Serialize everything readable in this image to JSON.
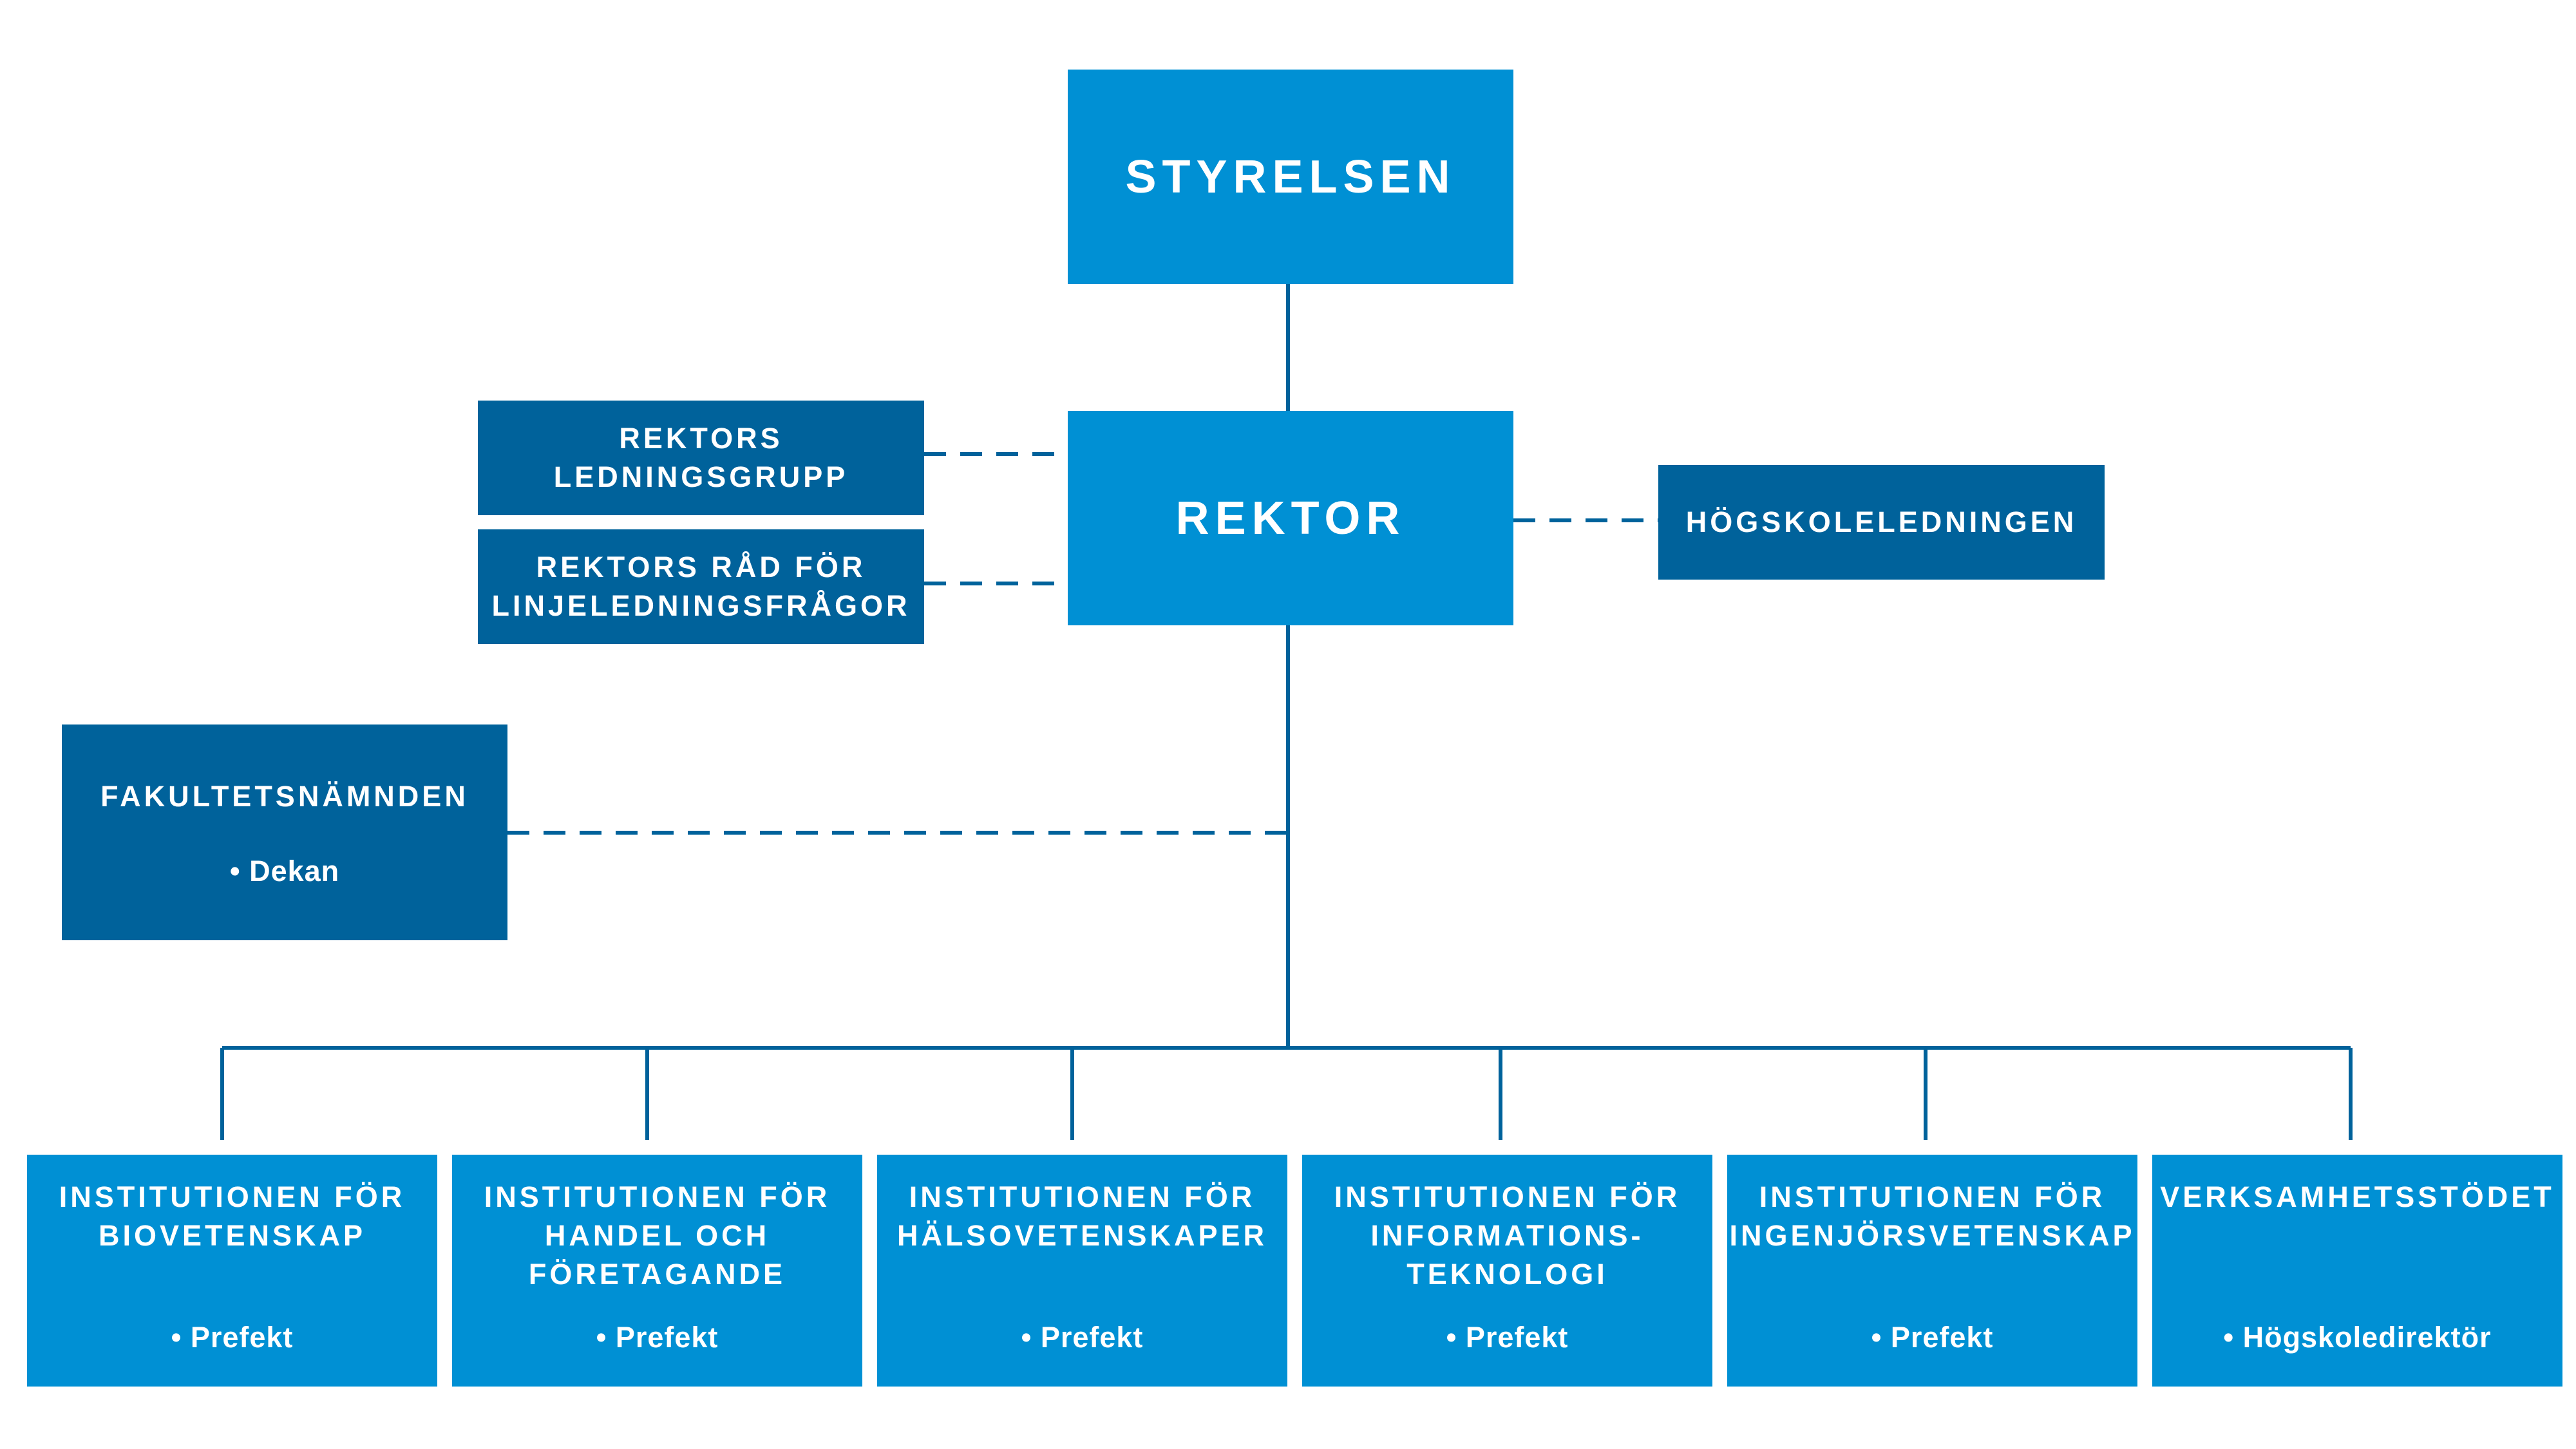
{
  "top": {
    "label": "STYRELSEN"
  },
  "rektor": {
    "label": "REKTOR"
  },
  "side_left": [
    {
      "label": "REKTORS LEDNINGSGRUPP"
    },
    {
      "label": "REKTORS RÅD FÖR LINJELEDNINGSFRÅGOR"
    }
  ],
  "side_right": {
    "label": "HÖGSKOLELEDNINGEN"
  },
  "faculty": {
    "label": "FAKULTETSNÄMNDEN",
    "role": "Dekan"
  },
  "units": [
    {
      "label": "INSTITUTIONEN FÖR\nBIOVETENSKAP",
      "role": "Prefekt"
    },
    {
      "label": "INSTITUTIONEN FÖR\nHANDEL OCH\nFÖRETAGANDE",
      "role": "Prefekt"
    },
    {
      "label": "INSTITUTIONEN FÖR\nHÄLSOVETENSKAPER",
      "role": "Prefekt"
    },
    {
      "label": "INSTITUTIONEN FÖR\nINFORMATIONS-\nTEKNOLOGI",
      "role": "Prefekt"
    },
    {
      "label": "INSTITUTIONEN FÖR\nINGENJÖRSVETENSKAP",
      "role": "Prefekt"
    },
    {
      "label": "VERKSAMHETSSTÖDET",
      "role": "Högskoledirektör"
    }
  ],
  "colors": {
    "light_box": "#0090d4",
    "dark_box": "#00629b",
    "line": "#00629b"
  }
}
